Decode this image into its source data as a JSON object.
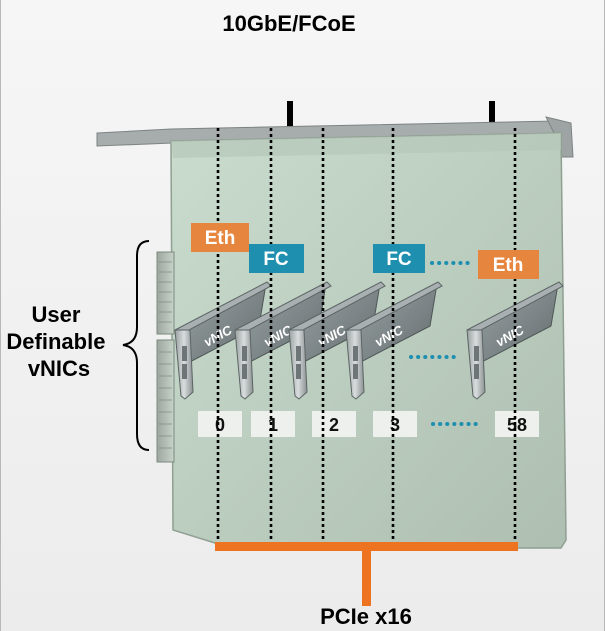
{
  "title": "10GbE/FCoE",
  "side_label": [
    "User",
    "Definable",
    "vNICs"
  ],
  "bus_label": "PCIe x16",
  "tags": [
    {
      "text": "Eth",
      "kind": "eth"
    },
    {
      "text": "FC",
      "kind": "fc"
    },
    {
      "text": "FC",
      "kind": "fc"
    },
    {
      "text": "Eth",
      "kind": "eth"
    }
  ],
  "vnic_label": "vNIC",
  "vnic_numbers": [
    "0",
    "1",
    "2",
    "3",
    "58"
  ],
  "colors": {
    "eth": "#e6853e",
    "fc": "#1f8fb0",
    "bus": "#ee7320",
    "board": "#bed3c3",
    "ellipsis": "#1f8fb0"
  }
}
